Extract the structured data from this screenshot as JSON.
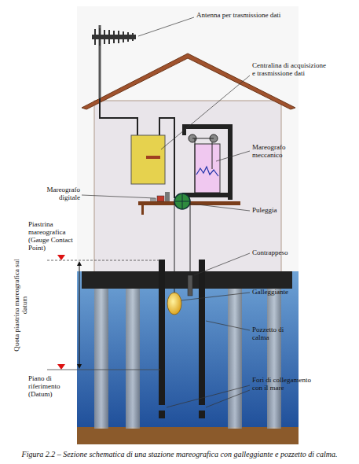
{
  "diagram": {
    "caption": "Figura 2.2 – Sezione schematica di una stazione mareografica con galleggiante e pozzetto di calma.",
    "labels": [
      "Antenna per trasmissione dati",
      "Centralina di acquisizione e trasmissione dati",
      "Mareografo meccanico",
      "Mareografo digitale",
      "Puleggia",
      "Piastrina mareografica (Gauge Contact Point)",
      "Contrappeso",
      "Galleggiante",
      "Quota piastrina mareografica sul datum",
      "Pozzetto di calma",
      "Piano di riferimento (Datum)",
      "Fori di collegamento con il mare"
    ]
  }
}
